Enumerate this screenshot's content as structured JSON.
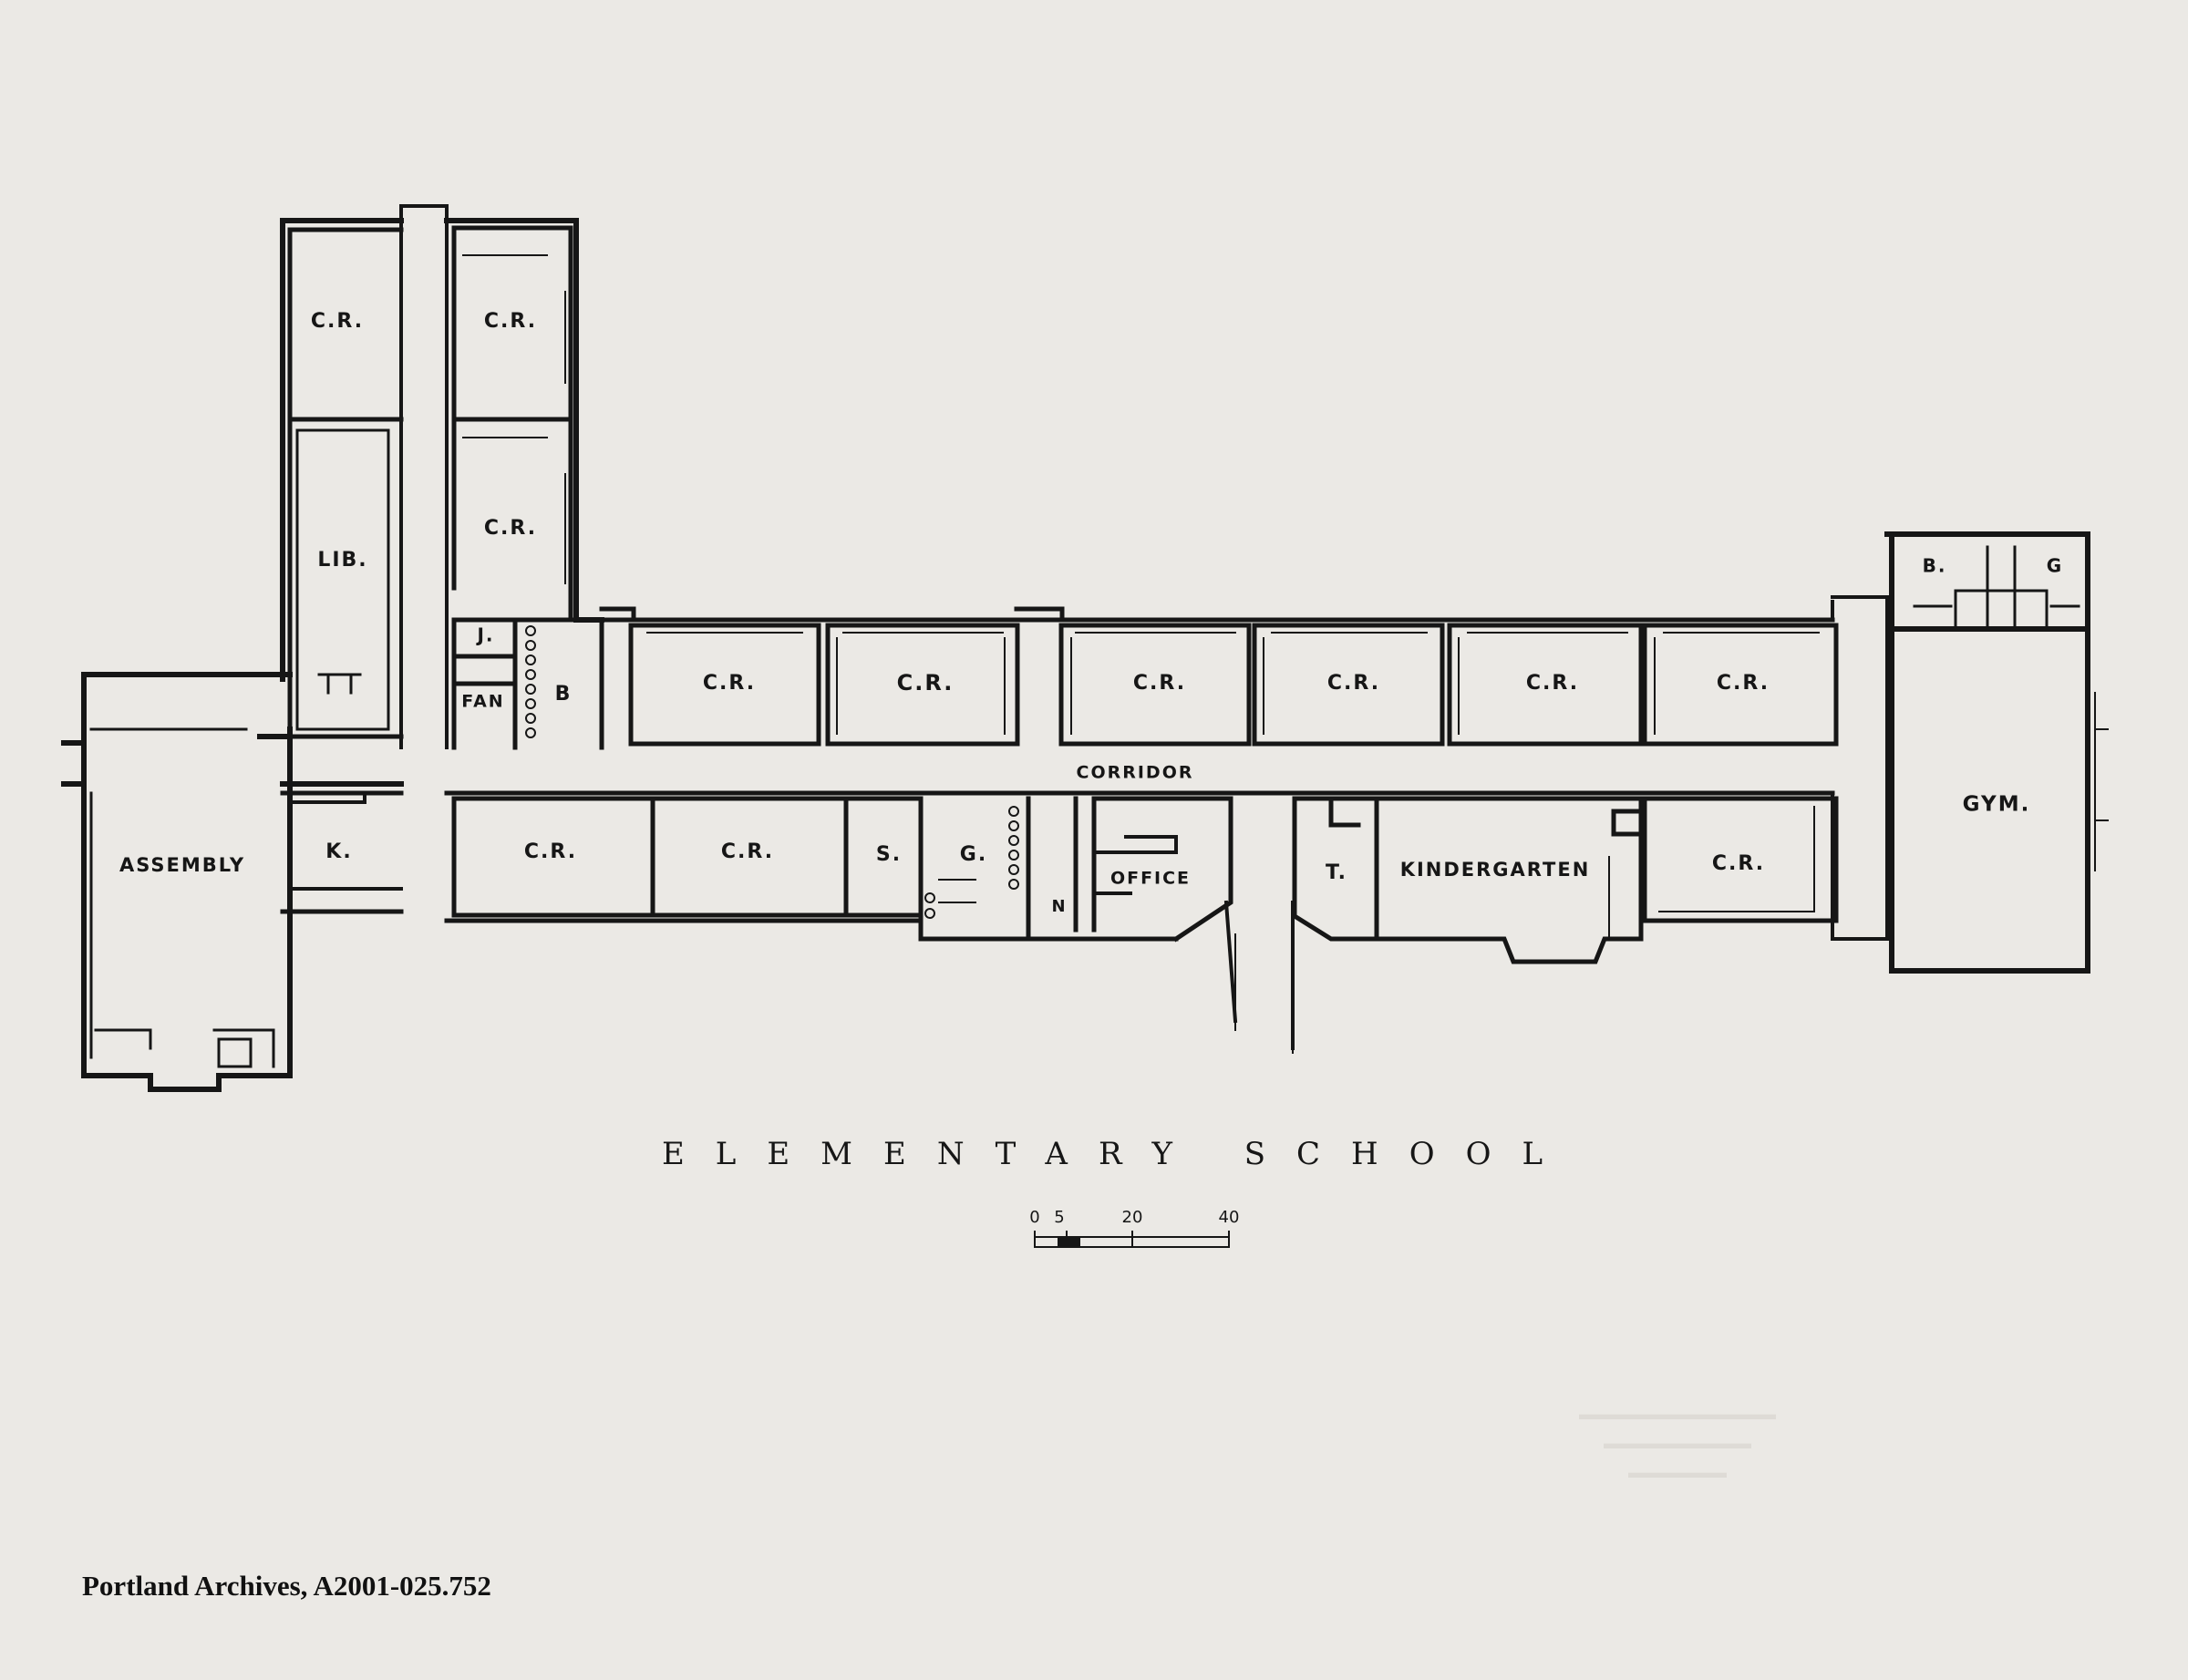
{
  "drawing": {
    "title": "ELEMENTARY SCHOOL",
    "corridor_label": "CORRIDOR",
    "scale_ticks": [
      "0",
      "5",
      "20",
      "40"
    ],
    "rooms": {
      "classroom": "C.R.",
      "library": "LIB.",
      "janitor": "J.",
      "fan": "FAN",
      "b_room": "B",
      "assembly": "ASSEMBLY",
      "kitchen": "K.",
      "storage": "S.",
      "girls": "G.",
      "nurse": "N",
      "office": "OFFICE",
      "teachers": "T.",
      "kindergarten": "KINDERGARTEN",
      "gym": "GYM.",
      "gym_boys": "B.",
      "gym_girls": "G"
    }
  },
  "credit": "Portland Archives, A2001-025.752",
  "colors": {
    "paper": "#ebe9e5",
    "ink": "#161616"
  }
}
